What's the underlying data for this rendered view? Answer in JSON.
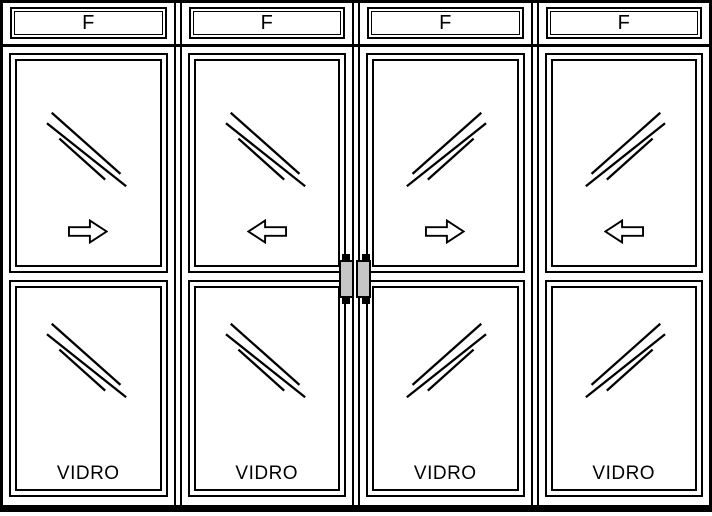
{
  "colors": {
    "line": "#000000",
    "background": "#ffffff",
    "handle_fill": "#c6c6c6"
  },
  "icons": {
    "glass_hatch": "glass-hatch-icon",
    "slide_right": "slide-right-arrow-icon",
    "slide_left": "slide-left-arrow-icon",
    "center_handle": "meeting-stile-lock-icon"
  },
  "panels": [
    {
      "transom_label": "F",
      "slide_direction": "right",
      "glass_hatch_direction": "down-right",
      "glass_label": "VIDRO"
    },
    {
      "transom_label": "F",
      "slide_direction": "left",
      "glass_hatch_direction": "down-right",
      "glass_label": "VIDRO"
    },
    {
      "transom_label": "F",
      "slide_direction": "right",
      "glass_hatch_direction": "up-right",
      "glass_label": "VIDRO"
    },
    {
      "transom_label": "F",
      "slide_direction": "left",
      "glass_hatch_direction": "up-right",
      "glass_label": "VIDRO"
    }
  ]
}
